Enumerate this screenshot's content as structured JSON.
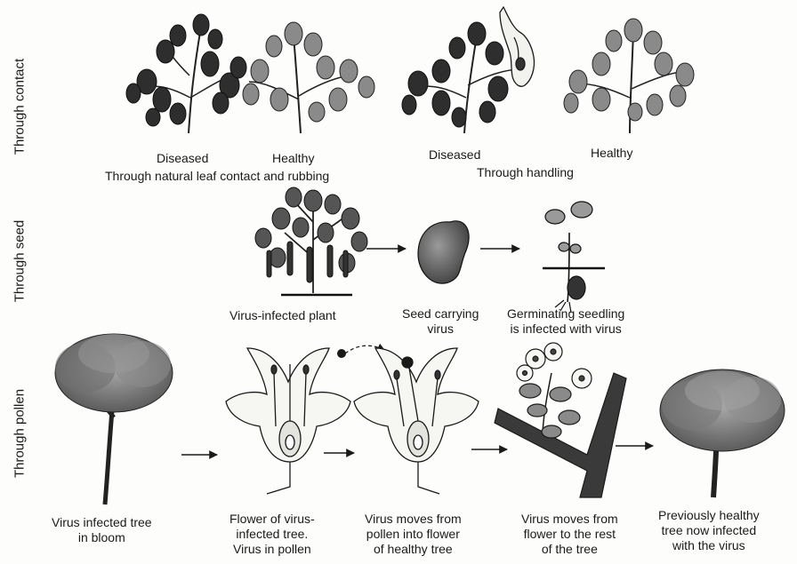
{
  "sections": {
    "contact": "Through contact",
    "seed": "Through seed",
    "pollen": "Through pollen"
  },
  "contact": {
    "diseased_1": "Diseased",
    "healthy_1": "Healthy",
    "caption_1": "Through natural leaf contact and rubbing",
    "diseased_2": "Diseased",
    "healthy_2": "Healthy",
    "caption_2": "Through handling"
  },
  "seed": {
    "plant": "Virus-infected plant",
    "seed_line1": "Seed carrying",
    "seed_line2": "virus",
    "seedling_line1": "Germinating seedling",
    "seedling_line2": "is infected with virus"
  },
  "pollen": {
    "step1_line1": "Virus infected tree",
    "step1_line2": "in bloom",
    "step2_line1": "Flower of virus-",
    "step2_line2": "infected tree.",
    "step2_line3": "Virus in pollen",
    "step3_line1": "Virus moves from",
    "step3_line2": "pollen into flower",
    "step3_line3": "of healthy tree",
    "step4_line1": "Virus moves from",
    "step4_line2": "flower to the rest",
    "step4_line3": "of the tree",
    "step5_line1": "Previously healthy",
    "step5_line2": "tree now infected",
    "step5_line3": "with the virus"
  },
  "colors": {
    "ink": "#1a1a1a",
    "diseased_leaf": "#2e2e2e",
    "healthy_leaf": "#8a8a8a",
    "light_fill": "#f2f2ee"
  }
}
